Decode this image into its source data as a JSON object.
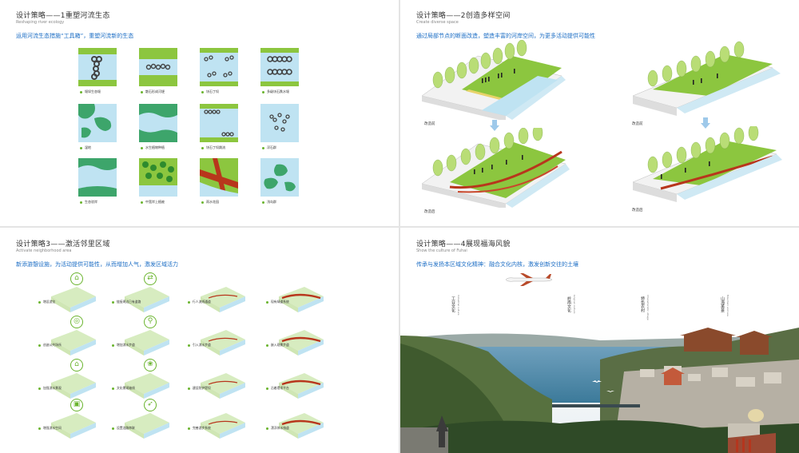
{
  "q1": {
    "title": "设计策略——1重塑河流生态",
    "subtitle": "Reshaping river ecology",
    "lead": "运用河流生态措施“工具箱”，重塑河流新的生态",
    "tiles": [
      {
        "label": "堰垛生态堰"
      },
      {
        "label": "散石形成河埂"
      },
      {
        "label": "块石丁坝"
      },
      {
        "label": "多级块石跌水堰"
      },
      {
        "label": "湿地"
      },
      {
        "label": "水生植物种植"
      },
      {
        "label": "块石丁坝跳流"
      },
      {
        "label": "浮石群"
      },
      {
        "label": "生态驳岸"
      },
      {
        "label": "中宽岸上植被"
      },
      {
        "label": "雨水花园"
      },
      {
        "label": "浅岛群"
      }
    ]
  },
  "q2": {
    "title": "设计策略——2创造多样空间",
    "subtitle": "Create diverse space",
    "lead": "通过局部节点的断面改造，塑造丰富的河岸空间，为更多活动提供可能性",
    "before_left": "改造前",
    "after_left": "改造后",
    "before_right": "改造前",
    "after_right": "改造后"
  },
  "q3": {
    "title": "设计策略3——激活邻里区域",
    "subtitle": "Activate neighborhood area",
    "lead": "新添游憩设施，为活动提供可能性，从而增加人气，激发区域活力",
    "items": [
      {
        "label": "增设游览"
      },
      {
        "label": "链接周边已有道路"
      },
      {
        "label": "行人流线通道"
      },
      {
        "label": "现有绿道系统"
      },
      {
        "label": "创造公共场所"
      },
      {
        "label": "增加滨水步道"
      },
      {
        "label": "引入滨水步道"
      },
      {
        "label": "嵌入观景步道"
      },
      {
        "label": "加强滨水景观"
      },
      {
        "label": "文化景观轴线"
      },
      {
        "label": "建设防护堤坝"
      },
      {
        "label": "沿着堤坝平台"
      },
      {
        "label": "增强滨水空间"
      },
      {
        "label": "设置连路串联"
      },
      {
        "label": "完善游步系统"
      },
      {
        "label": "漂浮休水栈道"
      }
    ]
  },
  "q4": {
    "title": "设计策略——4展现福海风貌",
    "subtitle": "Show the culture of Fuhai",
    "lead": "传承与发扬本区域文化精神：融合文化内核，激发创新交往的土壤",
    "columns": [
      {
        "cn": "工业文化",
        "en": "Industrial culture"
      },
      {
        "cn": "岭南文化",
        "en": "Lingnan culture"
      },
      {
        "cn": "特色农村",
        "en": "Characteristic village"
      },
      {
        "cn": "山海美景",
        "en": "Mountain and sea"
      }
    ]
  },
  "colors": {
    "accent_blue": "#1a6cc4",
    "green": "#7cc242",
    "water": "#bfe3f2",
    "path_red": "#b8361c"
  }
}
